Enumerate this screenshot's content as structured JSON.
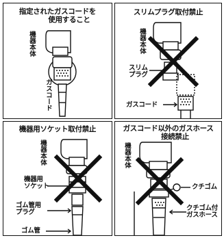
{
  "panels": {
    "p1": {
      "title_line1": "指定されたガスコードを",
      "title_line2": "使用すること",
      "label_body": "機器本体",
      "label_cord": "ガスコード"
    },
    "p2": {
      "title": "スリムプラグ取付禁止",
      "label_body": "機器本体",
      "label_plug": "スリム\nプラグ",
      "label_cord": "ガスコード"
    },
    "p3": {
      "title": "機器用ソケット取付禁止",
      "label_body": "機器本体",
      "label_socket": "機器用\nソケット",
      "label_plug": "ゴム管用\nプラグ",
      "label_hose": "ゴム管"
    },
    "p4": {
      "title_line1": "ガスコード以外のガスホース",
      "title_line2": "接続禁止",
      "label_body": "機器本体",
      "label_clip": "クチゴム",
      "label_hose": "クチゴム付\nガスホース"
    }
  },
  "colors": {
    "ink": "#111111",
    "paper": "#ffffff"
  }
}
